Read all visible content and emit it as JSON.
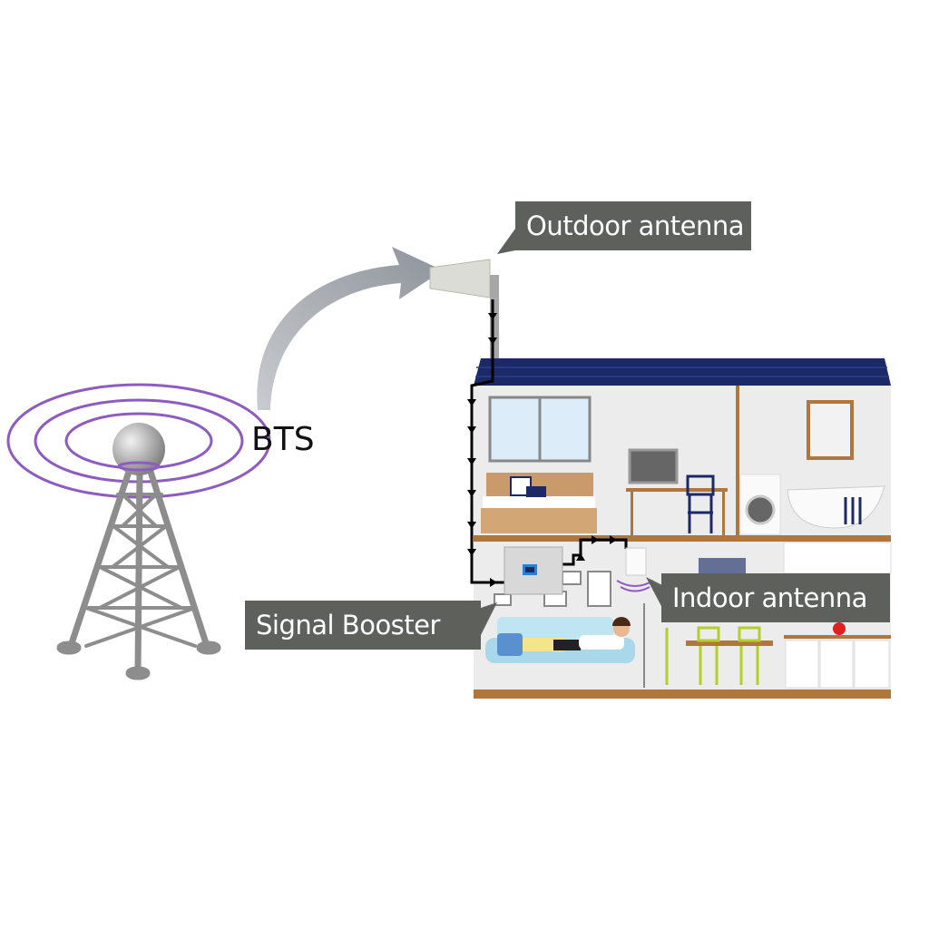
{
  "labels": {
    "bts": "BTS",
    "outdoor_antenna": "Outdoor antenna",
    "indoor_antenna": "Indoor antenna",
    "signal_booster": "Signal Booster"
  },
  "colors": {
    "label_bg": "#5e605b",
    "signal_rings": "#8e5cc0",
    "roof": "#1b2a66",
    "floor": "#b0763c",
    "wall": "#ececec",
    "arrow": "#a9adb3"
  }
}
